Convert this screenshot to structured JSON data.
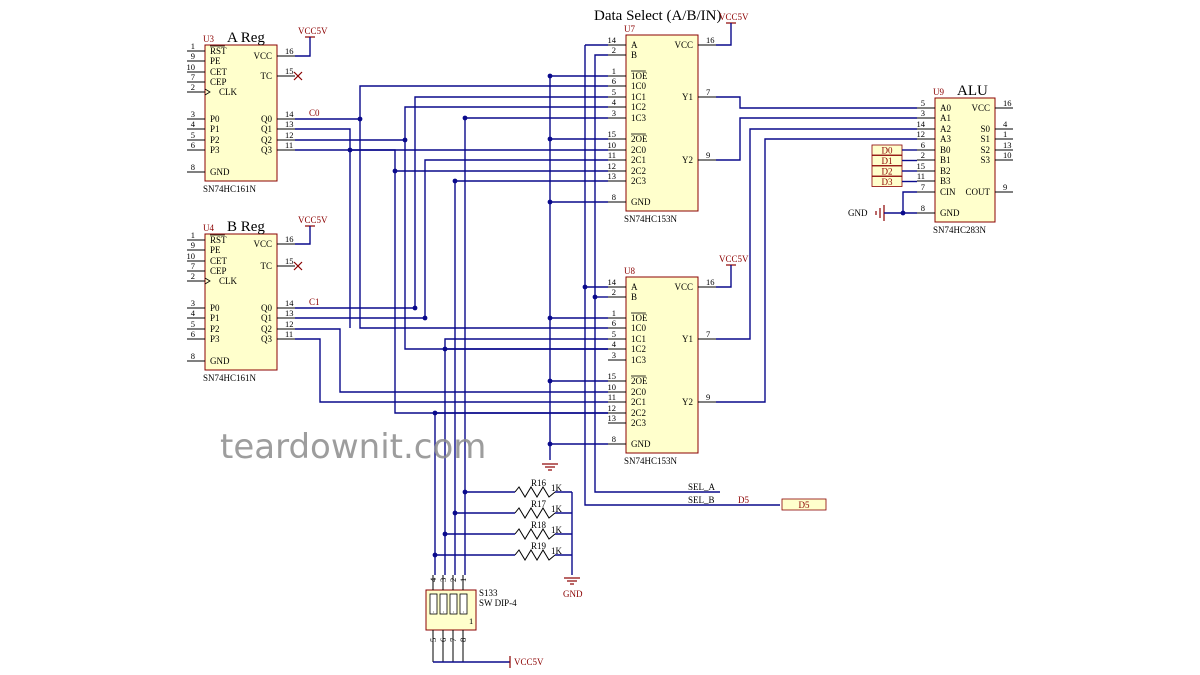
{
  "watermark": "teardownit.com",
  "components": {
    "u3": {
      "ref": "U3",
      "title": "A Reg",
      "device": "SN74HC161N",
      "power": "VCC5V",
      "left_pins": [
        {
          "num": "1",
          "name": "RST"
        },
        {
          "num": "9",
          "name": "PE"
        },
        {
          "num": "10",
          "name": "CET"
        },
        {
          "num": "7",
          "name": "CEP"
        },
        {
          "num": "2",
          "name": "CLK"
        },
        {
          "num": "3",
          "name": "P0"
        },
        {
          "num": "4",
          "name": "P1"
        },
        {
          "num": "5",
          "name": "P2"
        },
        {
          "num": "6",
          "name": "P3"
        },
        {
          "num": "8",
          "name": "GND"
        }
      ],
      "right_pins": [
        {
          "num": "16",
          "name": "VCC"
        },
        {
          "num": "15",
          "name": "TC"
        },
        {
          "num": "14",
          "name": "Q0"
        },
        {
          "num": "13",
          "name": "Q1"
        },
        {
          "num": "12",
          "name": "Q2"
        },
        {
          "num": "11",
          "name": "Q3"
        }
      ],
      "net_label": "C0"
    },
    "u4": {
      "ref": "U4",
      "title": "B Reg",
      "device": "SN74HC161N",
      "power": "VCC5V",
      "left_pins": [
        {
          "num": "1",
          "name": "RST"
        },
        {
          "num": "9",
          "name": "PE"
        },
        {
          "num": "10",
          "name": "CET"
        },
        {
          "num": "7",
          "name": "CEP"
        },
        {
          "num": "2",
          "name": "CLK"
        },
        {
          "num": "3",
          "name": "P0"
        },
        {
          "num": "4",
          "name": "P1"
        },
        {
          "num": "5",
          "name": "P2"
        },
        {
          "num": "6",
          "name": "P3"
        },
        {
          "num": "8",
          "name": "GND"
        }
      ],
      "right_pins": [
        {
          "num": "16",
          "name": "VCC"
        },
        {
          "num": "15",
          "name": "TC"
        },
        {
          "num": "14",
          "name": "Q0"
        },
        {
          "num": "13",
          "name": "Q1"
        },
        {
          "num": "12",
          "name": "Q2"
        },
        {
          "num": "11",
          "name": "Q3"
        }
      ],
      "net_label": "C1"
    },
    "u7": {
      "ref": "U7",
      "title": "Data Select (A/B/IN)",
      "device": "SN74HC153N",
      "power": "VCC5V",
      "left_pins": [
        {
          "num": "14",
          "name": "A"
        },
        {
          "num": "2",
          "name": "B"
        },
        {
          "num": "1",
          "name": "1OE"
        },
        {
          "num": "6",
          "name": "1C0"
        },
        {
          "num": "5",
          "name": "1C1"
        },
        {
          "num": "4",
          "name": "1C2"
        },
        {
          "num": "3",
          "name": "1C3"
        },
        {
          "num": "15",
          "name": "2OE"
        },
        {
          "num": "10",
          "name": "2C0"
        },
        {
          "num": "11",
          "name": "2C1"
        },
        {
          "num": "12",
          "name": "2C2"
        },
        {
          "num": "13",
          "name": "2C3"
        },
        {
          "num": "8",
          "name": "GND"
        }
      ],
      "right_pins": [
        {
          "num": "16",
          "name": "VCC"
        },
        {
          "num": "7",
          "name": "Y1"
        },
        {
          "num": "9",
          "name": "Y2"
        }
      ]
    },
    "u8": {
      "ref": "U8",
      "device": "SN74HC153N",
      "power": "VCC5V",
      "left_pins": [
        {
          "num": "14",
          "name": "A"
        },
        {
          "num": "2",
          "name": "B"
        },
        {
          "num": "1",
          "name": "1OE"
        },
        {
          "num": "6",
          "name": "1C0"
        },
        {
          "num": "5",
          "name": "1C1"
        },
        {
          "num": "4",
          "name": "1C2"
        },
        {
          "num": "3",
          "name": "1C3"
        },
        {
          "num": "15",
          "name": "2OE"
        },
        {
          "num": "10",
          "name": "2C0"
        },
        {
          "num": "11",
          "name": "2C1"
        },
        {
          "num": "12",
          "name": "2C2"
        },
        {
          "num": "13",
          "name": "2C3"
        },
        {
          "num": "8",
          "name": "GND"
        }
      ],
      "right_pins": [
        {
          "num": "16",
          "name": "VCC"
        },
        {
          "num": "7",
          "name": "Y1"
        },
        {
          "num": "9",
          "name": "Y2"
        }
      ]
    },
    "u9": {
      "ref": "U9",
      "title": "ALU",
      "device": "SN74HC283N",
      "left_pins": [
        {
          "num": "5",
          "name": "A0"
        },
        {
          "num": "3",
          "name": "A1"
        },
        {
          "num": "14",
          "name": "A2"
        },
        {
          "num": "12",
          "name": "A3"
        },
        {
          "num": "6",
          "name": "B0"
        },
        {
          "num": "2",
          "name": "B1"
        },
        {
          "num": "15",
          "name": "B2"
        },
        {
          "num": "11",
          "name": "B3"
        },
        {
          "num": "7",
          "name": "CIN"
        },
        {
          "num": "8",
          "name": "GND"
        }
      ],
      "right_pins": [
        {
          "num": "16",
          "name": "VCC"
        },
        {
          "num": "4",
          "name": "S0"
        },
        {
          "num": "1",
          "name": "S1"
        },
        {
          "num": "13",
          "name": "S2"
        },
        {
          "num": "10",
          "name": "S3"
        },
        {
          "num": "9",
          "name": "COUT"
        }
      ],
      "d_ports": [
        "D0",
        "D1",
        "D2",
        "D3"
      ],
      "gnd_label": "GND"
    },
    "resistors": [
      {
        "ref": "R16",
        "value": "1K"
      },
      {
        "ref": "R17",
        "value": "1K"
      },
      {
        "ref": "R18",
        "value": "1K"
      },
      {
        "ref": "R19",
        "value": "1K"
      }
    ],
    "resistor_gnd": "GND",
    "switch": {
      "ref": "S133",
      "device": "SW DIP-4",
      "top_pins": [
        "4",
        "3",
        "2",
        "1"
      ],
      "bottom_pins": [
        "5",
        "6",
        "7",
        "8"
      ],
      "power": "VCC5V"
    },
    "selects": {
      "sel_a": "SEL_A",
      "sel_b": "SEL_B",
      "d5_net": "D5",
      "d5_port": "D5"
    }
  }
}
